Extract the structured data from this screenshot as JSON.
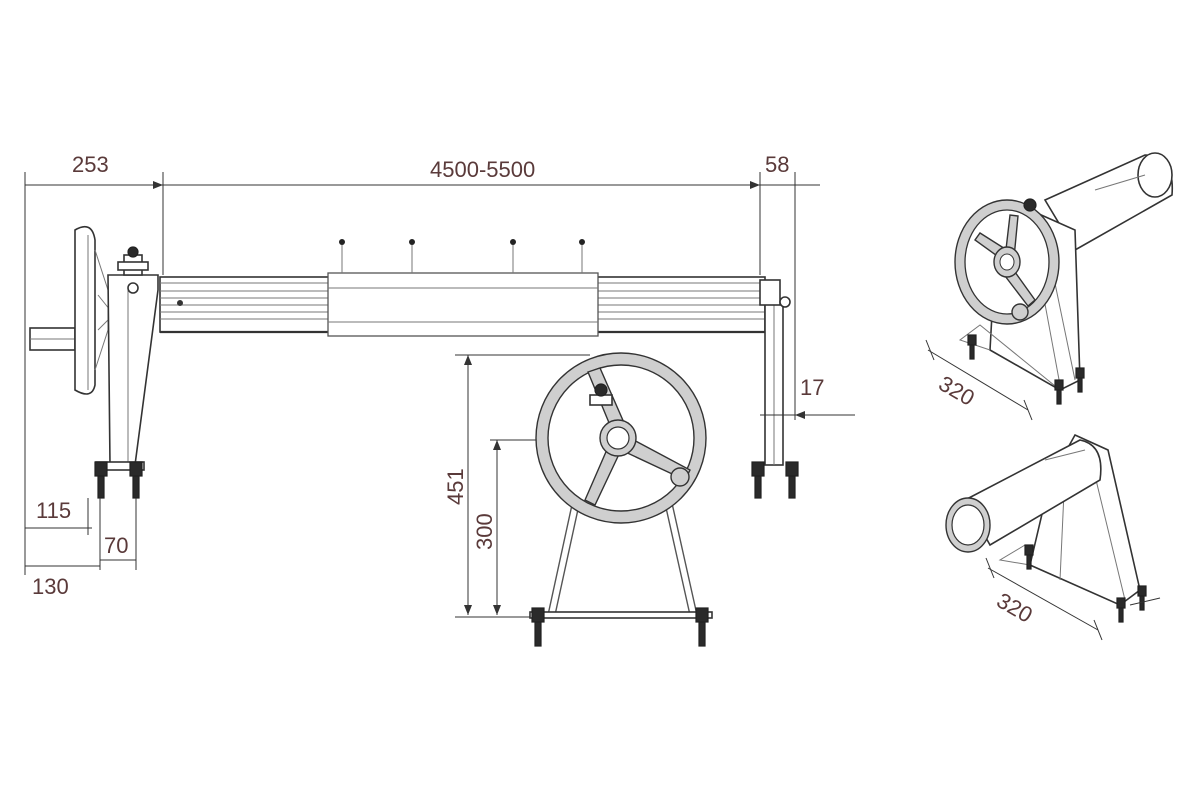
{
  "dimensions": {
    "d_253": "253",
    "d_4500_5500": "4500-5500",
    "d_58": "58",
    "d_17": "17",
    "d_115": "115",
    "d_70": "70",
    "d_130": "130",
    "d_451": "451",
    "d_300": "300",
    "d_320_top": "320",
    "d_320_bottom": "320"
  },
  "colors": {
    "dimension_text": "#5a3a3a",
    "line": "#333333",
    "background": "#ffffff"
  }
}
